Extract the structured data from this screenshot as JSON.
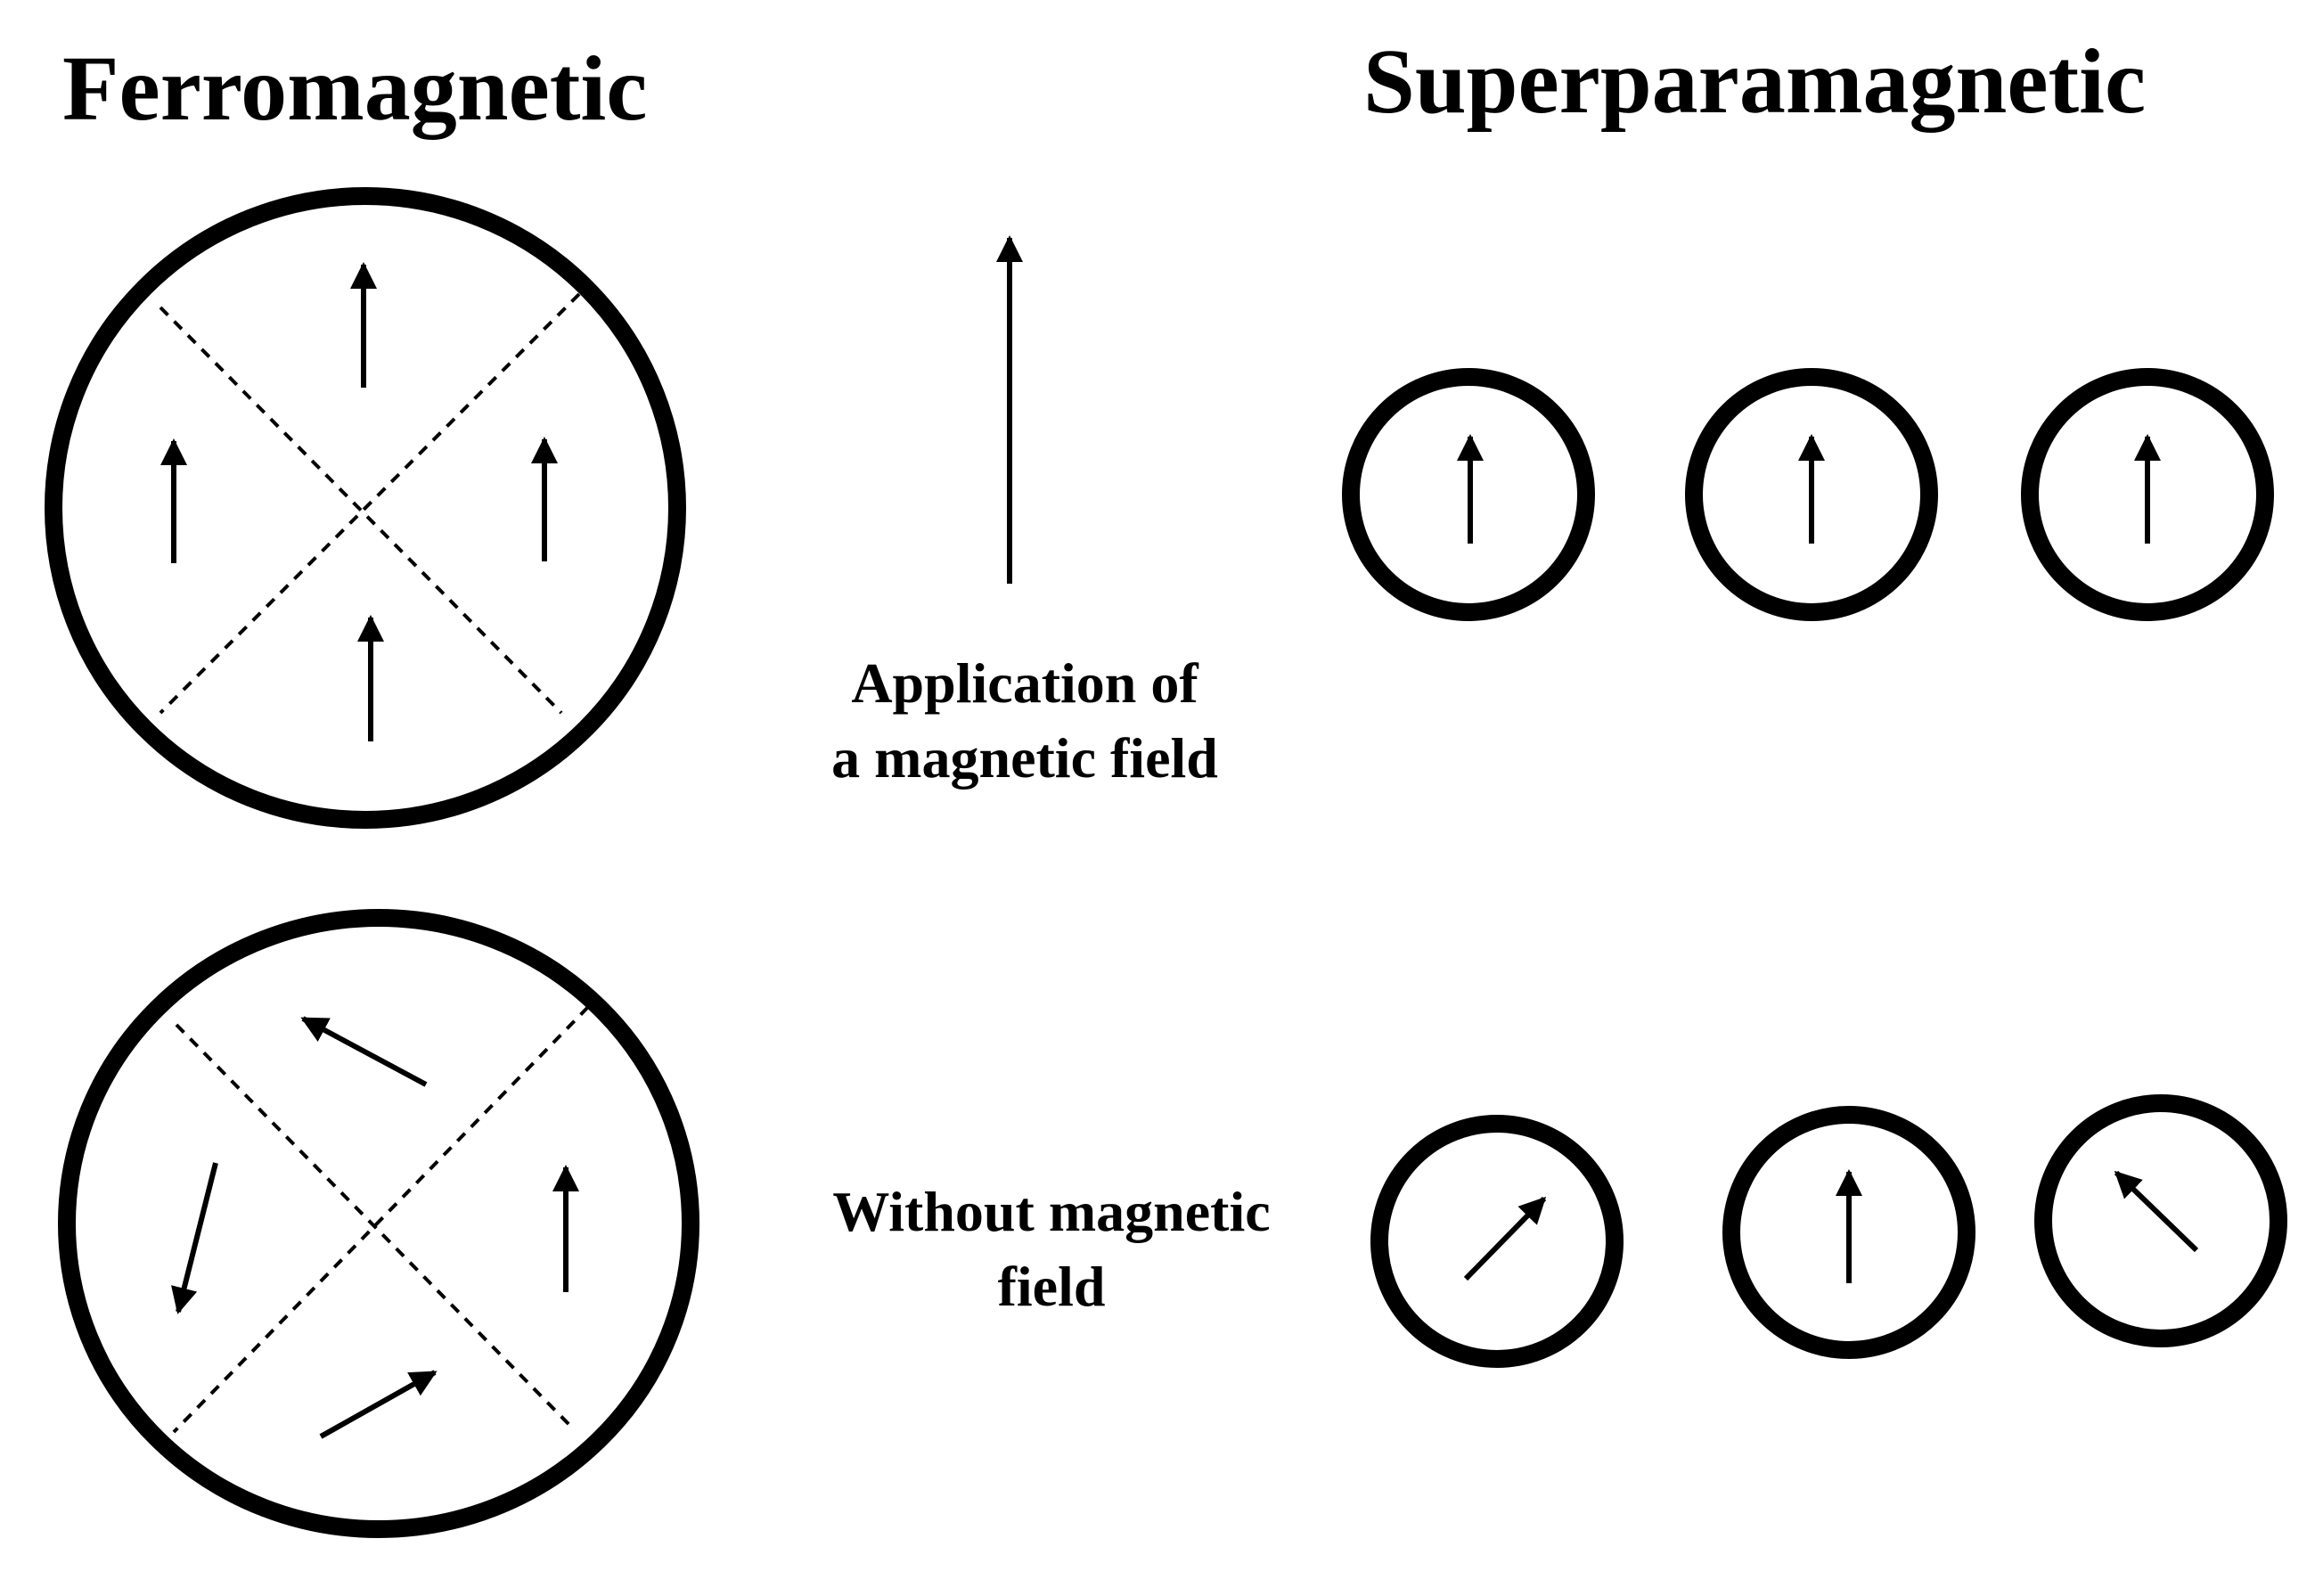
{
  "titles": {
    "ferromagnetic": "Ferromagnetic",
    "superparamagnetic": "Superparamagnetic"
  },
  "labels": {
    "field_line1": "Application of",
    "field_line2": "a magnetic field",
    "no_field_line1": "Without magnetic",
    "no_field_line2": "field"
  },
  "colors": {
    "ink": "#000000",
    "background": "#ffffff"
  }
}
